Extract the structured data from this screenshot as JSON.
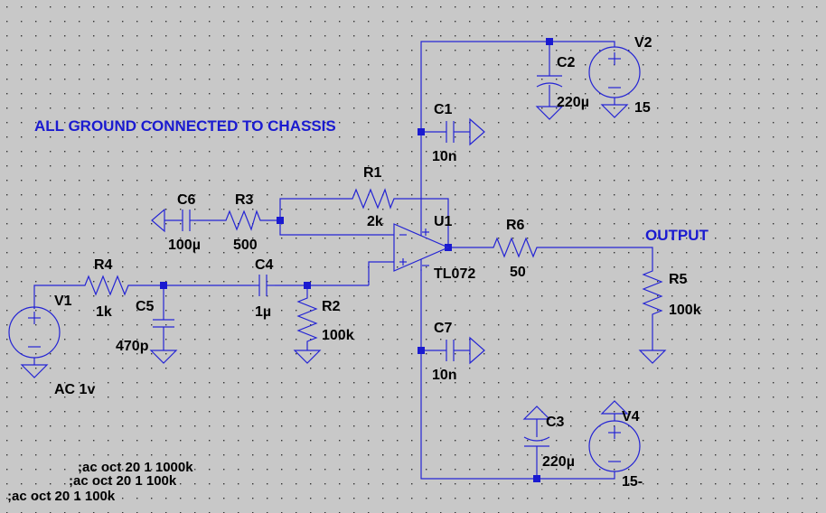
{
  "notes": {
    "ground": "ALL GROUND CONNECTED TO CHASSIS",
    "output": "OUTPUT"
  },
  "directives": [
    ";ac oct 20 1 1000k",
    ";ac oct 20 1 100k",
    ";ac oct 20 1 100k"
  ],
  "components": {
    "V1": {
      "name": "V1",
      "value": "AC 1v"
    },
    "V2": {
      "name": "V2",
      "value": "15"
    },
    "V4": {
      "name": "V4",
      "value": "15-"
    },
    "R1": {
      "name": "R1",
      "value": "2k"
    },
    "R2": {
      "name": "R2",
      "value": "100k"
    },
    "R3": {
      "name": "R3",
      "value": "500"
    },
    "R4": {
      "name": "R4",
      "value": "1k"
    },
    "R5": {
      "name": "R5",
      "value": "100k"
    },
    "R6": {
      "name": "R6",
      "value": "50"
    },
    "C1": {
      "name": "C1",
      "value": "10n"
    },
    "C2": {
      "name": "C2",
      "value": "220µ"
    },
    "C3": {
      "name": "C3",
      "value": "220µ"
    },
    "C4": {
      "name": "C4",
      "value": "1µ"
    },
    "C5": {
      "name": "C5",
      "value": "470p"
    },
    "C6": {
      "name": "C6",
      "value": "100µ"
    },
    "C7": {
      "name": "C7",
      "value": "10n"
    },
    "U1": {
      "name": "U1",
      "value": "TL072"
    }
  },
  "colors": {
    "background": "#c8c8c8",
    "grid": "#000000",
    "wire": "#2424d4",
    "note": "#1a1ad0"
  }
}
